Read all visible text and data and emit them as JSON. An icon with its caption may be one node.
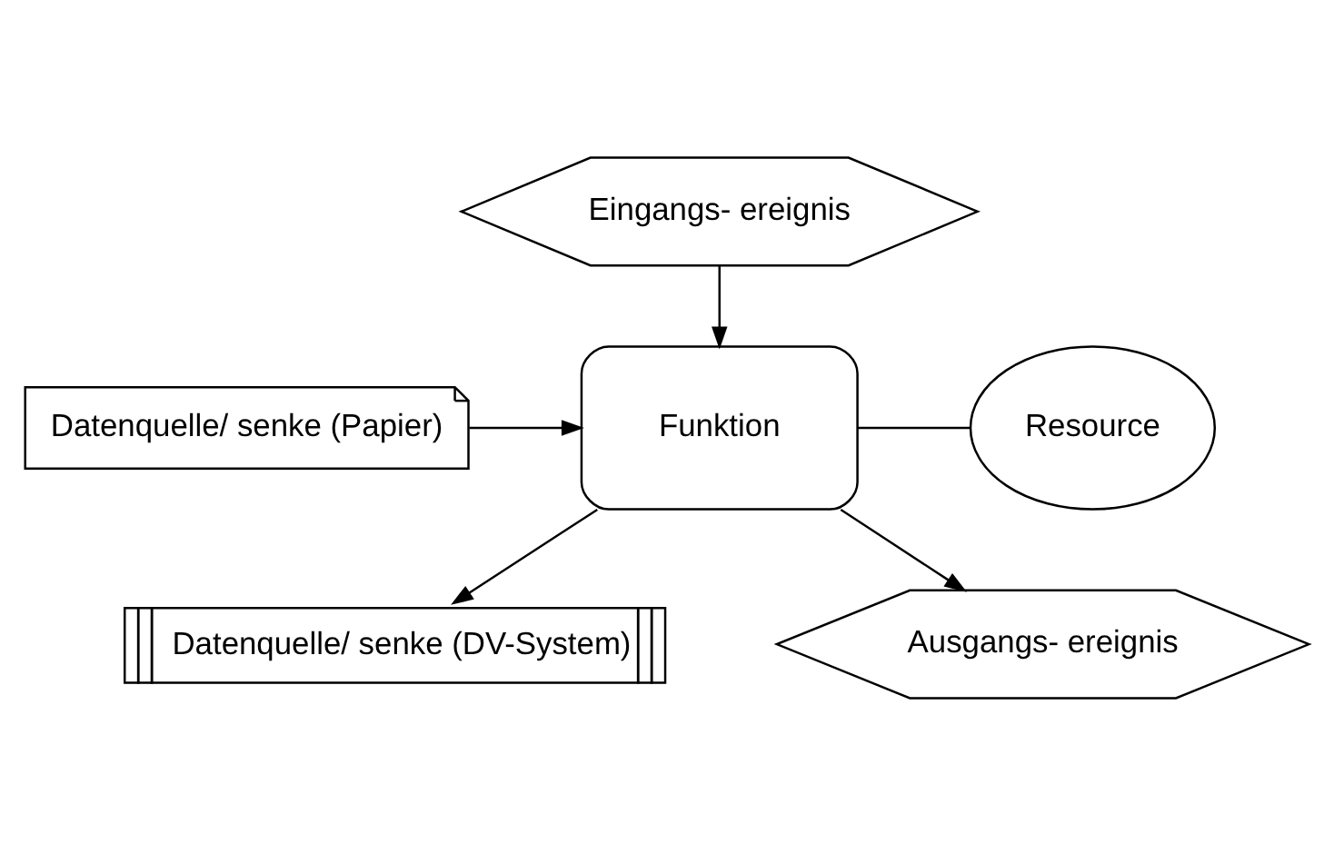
{
  "diagram": {
    "nodes": [
      {
        "text": [
          "Eingangs- ereignis"
        ]
      },
      {
        "text": [
          "Datenquelle/ senke (Papier)"
        ]
      },
      {
        "text": [
          "Funktion"
        ]
      },
      {
        "text": [
          "Resource"
        ]
      },
      {
        "text": [
          "Datenquelle/ senke (DV-System)"
        ]
      },
      {
        "text": [
          "Ausgangs- ereignis"
        ]
      }
    ],
    "edges": [
      {
        "from": 0,
        "to": 2,
        "arrow": "to"
      },
      {
        "from": 1,
        "to": 2,
        "arrow": "to"
      },
      {
        "from": 2,
        "to": 4,
        "arrow": "to"
      },
      {
        "from": 2,
        "to": 3,
        "arrow": "none"
      },
      {
        "from": 2,
        "to": 5,
        "arrow": "to"
      }
    ]
  }
}
